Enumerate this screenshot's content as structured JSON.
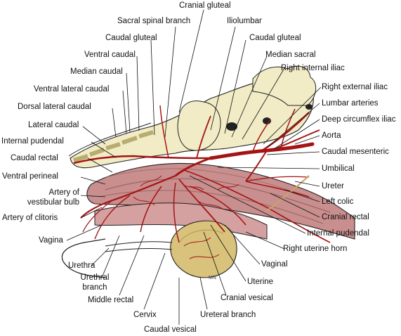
{
  "figure": {
    "signature": "MN",
    "colors": {
      "artery": "#a51414",
      "artery_dark": "#6e0b0b",
      "bone": "#f1ecc6",
      "bone_shade": "#d9cf98",
      "rectum": "#c98e8e",
      "rectum_dark": "#9c6666",
      "bladder": "#d8c27c",
      "outline": "#222222"
    },
    "labels": {
      "cranial_gluteal": "Cranial gluteal",
      "sacral_spinal_branch": "Sacral spinal branch",
      "iliolumbar": "Iliolumbar",
      "caudal_gluteal_left": "Caudal gluteal",
      "caudal_gluteal_right": "Caudal gluteal",
      "ventral_caudal": "Ventral caudal",
      "median_sacral": "Median sacral",
      "median_caudal": "Median caudal",
      "right_internal_iliac": "Right internal iliac",
      "ventral_lateral_caudal": "Ventral lateral caudal",
      "right_external_iliac": "Right external iliac",
      "dorsal_lateral_caudal": "Dorsal lateral caudal",
      "lumbar_arteries": "Lumbar arteries",
      "lateral_caudal": "Lateral caudal",
      "deep_circumflex_iliac": "Deep circumflex iliac",
      "internal_pudendal_left": "Internal pudendal",
      "aorta": "Aorta",
      "caudal_rectal": "Caudal rectal",
      "caudal_mesenteric": "Caudal mesenteric",
      "umbilical": "Umbilical",
      "ventral_perineal": "Ventral perineal",
      "ureter": "Ureter",
      "artery_of_vestibular_bulb_1": "Artery of",
      "artery_of_vestibular_bulb_2": "vestibular bulb",
      "left_colic": "Left colic",
      "artery_of_clitoris": "Artery of clitoris",
      "cranial_rectal": "Cranial rectal",
      "internal_pudendal_right": "Internal pudendal",
      "vagina": "Vagina",
      "right_uterine_horn": "Right uterine horn",
      "urethra": "Urethra",
      "vaginal": "Vaginal",
      "urethral_branch_1": "Urethral",
      "urethral_branch_2": "branch",
      "uterine": "Uterine",
      "middle_rectal": "Middle rectal",
      "cranial_vesical": "Cranial vesical",
      "cervix": "Cervix",
      "ureteral_branch": "Ureteral branch",
      "caudal_vesical": "Caudal vesical"
    }
  }
}
